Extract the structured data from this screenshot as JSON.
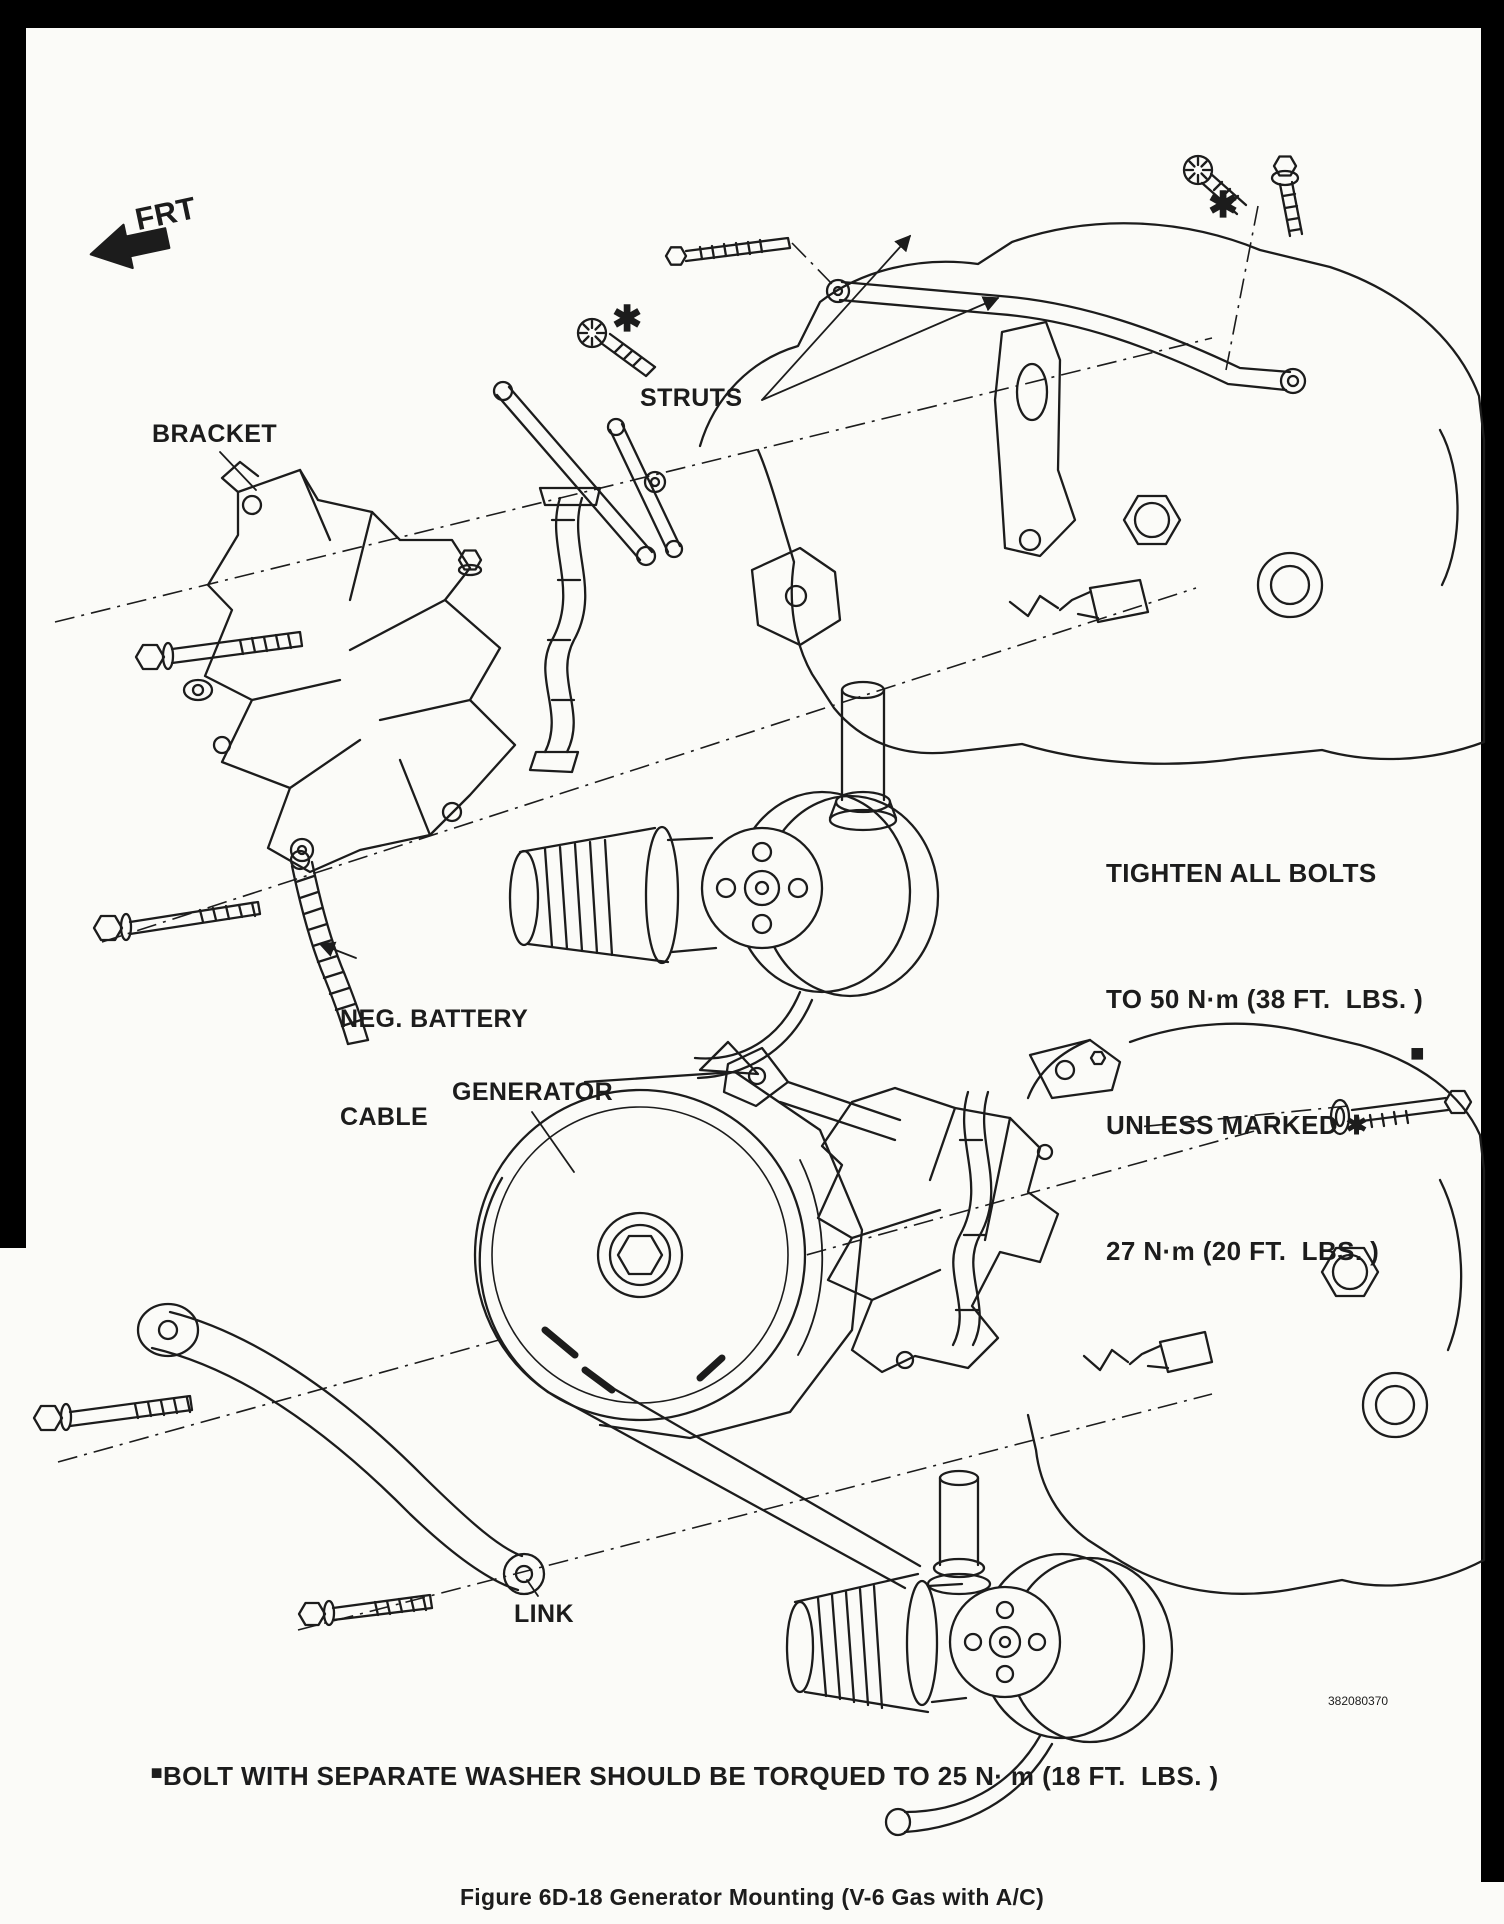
{
  "colors": {
    "ink": "#1c1c1c"
  },
  "direction": {
    "frt": "FRT"
  },
  "labels": {
    "bracket": "BRACKET",
    "struts": "STRUTS",
    "generator": "GENERATOR",
    "link": "LINK",
    "neg_battery_line1": "NEG. BATTERY",
    "neg_battery_line2": "CABLE"
  },
  "markers": {
    "asterisk": "✱",
    "square": "■"
  },
  "notes": {
    "torque": [
      "TIGHTEN ALL BOLTS",
      "TO 50 N·m (38 FT.  LBS. )",
      "UNLESS MARKED ✱",
      "27 N·m (20 FT.  LBS. )"
    ],
    "bolt_washer": "BOLT WITH SEPARATE WASHER SHOULD BE TORQUED TO 25 N· m (18 FT.  LBS. )"
  },
  "figure": {
    "part_number": "382080370",
    "caption": "Figure 6D-18 Generator Mounting (V-6 Gas with A/C)"
  }
}
